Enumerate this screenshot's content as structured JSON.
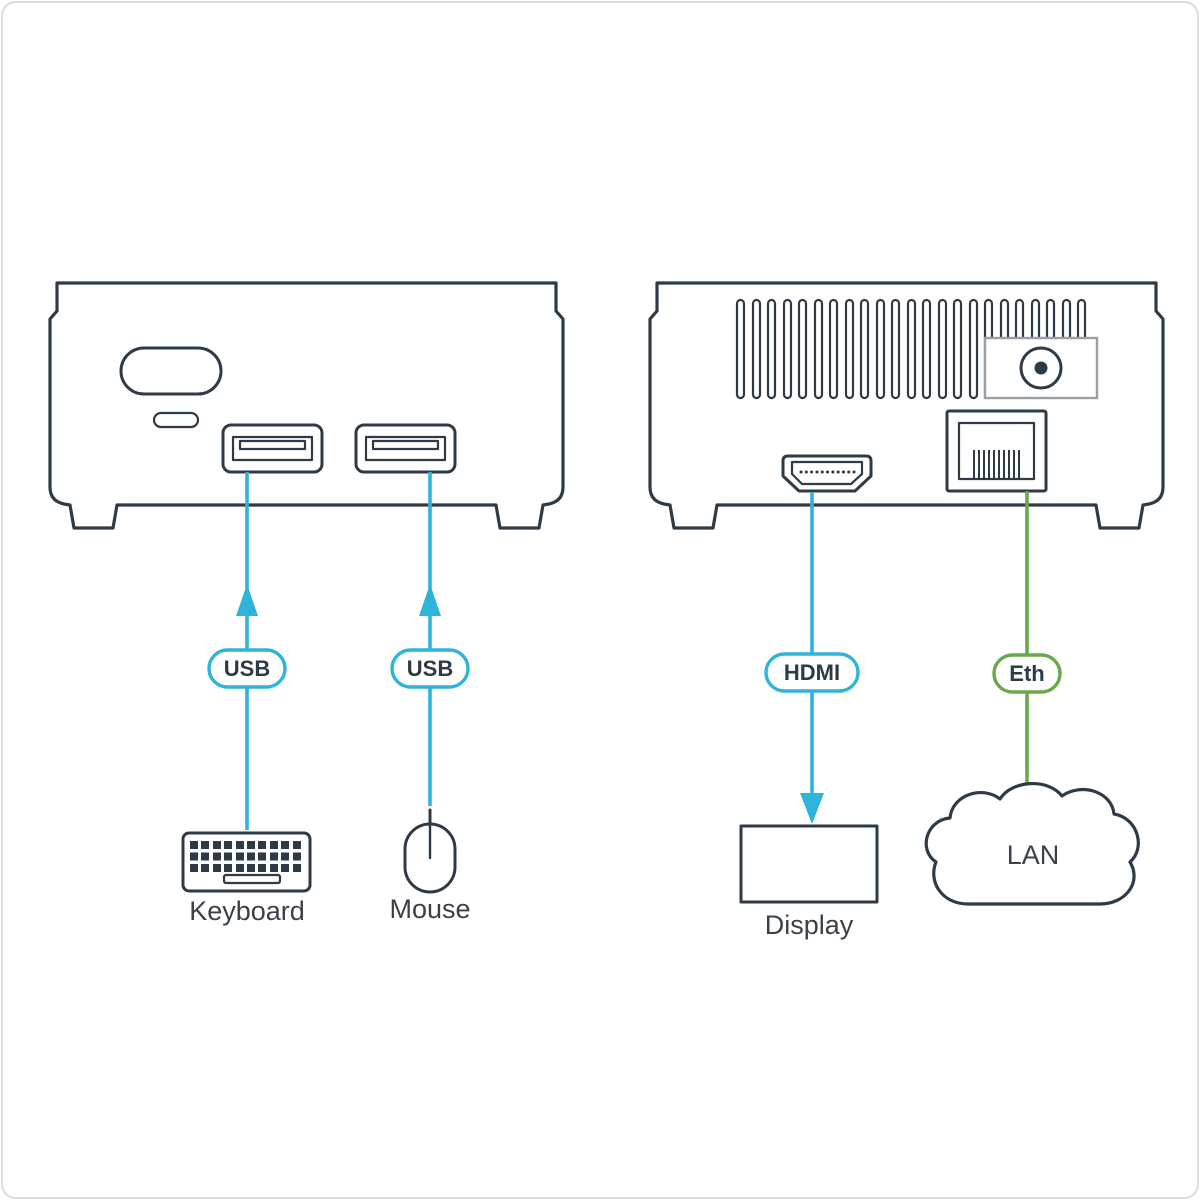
{
  "labels": {
    "usb_keyboard": "USB",
    "usb_mouse": "USB",
    "hdmi": "HDMI",
    "eth": "Eth",
    "keyboard": "Keyboard",
    "mouse": "Mouse",
    "display": "Display",
    "lan": "LAN"
  },
  "colors": {
    "outline": "#2E3A46",
    "accent_cyan": "#2FB4D9",
    "accent_green": "#6AA84F",
    "label_text": "#3A4148",
    "connector_gray": "#9AA0A6",
    "frame_border": "#DBDBDB"
  }
}
